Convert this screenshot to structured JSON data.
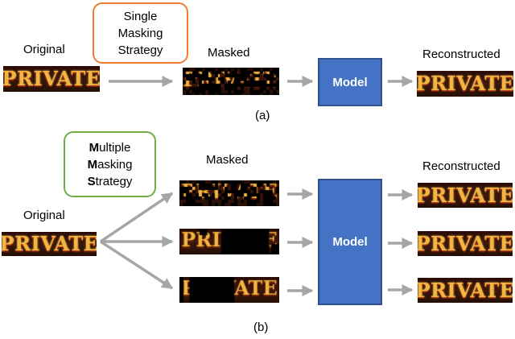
{
  "panel_a": {
    "original_label": "Original",
    "strategy_box": [
      "Single",
      "Masking",
      "Strategy"
    ],
    "masked_label": "Masked",
    "model_label": "Model",
    "reconstructed_label": "Reconstructed",
    "caption": "(a)",
    "image_word": "PRIVATE"
  },
  "panel_b": {
    "original_label": "Original",
    "strategy_box": [
      {
        "initial": "M",
        "rest": "ultiple"
      },
      {
        "initial": "M",
        "rest": "asking"
      },
      {
        "initial": "S",
        "rest": "trategy"
      }
    ],
    "masked_label": "Masked",
    "model_label": "Model",
    "reconstructed_label": "Reconstructed",
    "caption": "(b)",
    "image_word": "PRIVATE"
  },
  "colors": {
    "orange_border": "#ED7D31",
    "green_border": "#70AD47",
    "model_fill": "#4472C4",
    "arrow": "#A6A6A6"
  }
}
